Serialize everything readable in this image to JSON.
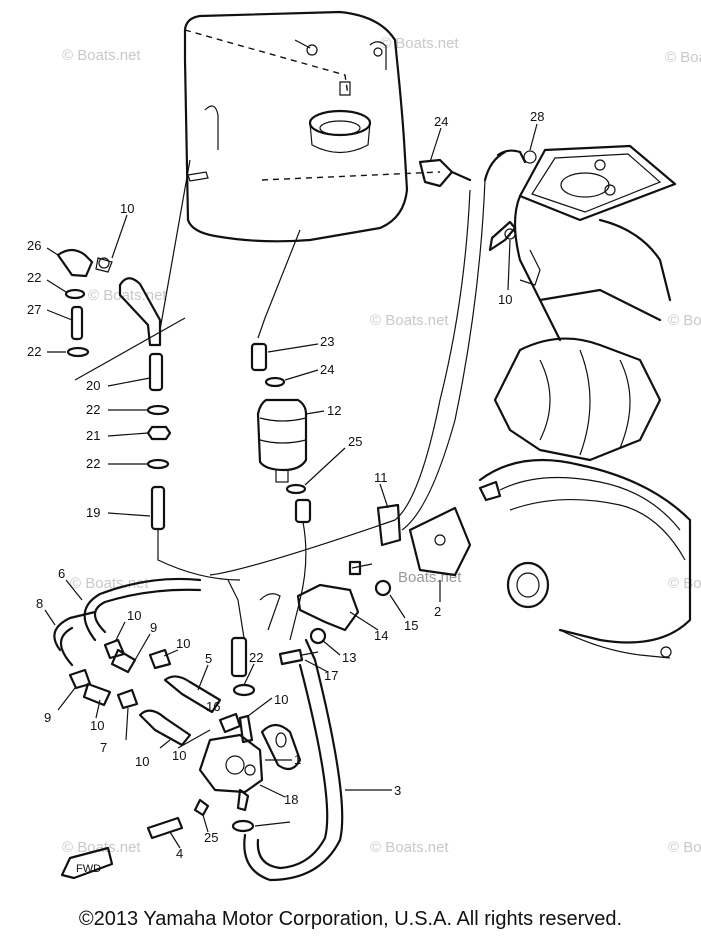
{
  "watermark": "© Boats.net",
  "watermark_center": "Boats.net",
  "fwd_label": "FWD",
  "copyright": "©2013 Yamaha Motor Corporation, U.S.A. All rights reserved.",
  "callouts": [
    {
      "id": "c-10a",
      "label": "10"
    },
    {
      "id": "c-26",
      "label": "26"
    },
    {
      "id": "c-22a",
      "label": "22"
    },
    {
      "id": "c-27",
      "label": "27"
    },
    {
      "id": "c-22b",
      "label": "22"
    },
    {
      "id": "c-20",
      "label": "20"
    },
    {
      "id": "c-22c",
      "label": "22"
    },
    {
      "id": "c-21",
      "label": "21"
    },
    {
      "id": "c-22d",
      "label": "22"
    },
    {
      "id": "c-19",
      "label": "19"
    },
    {
      "id": "c-24a",
      "label": "24"
    },
    {
      "id": "c-28",
      "label": "28"
    },
    {
      "id": "c-10b",
      "label": "10"
    },
    {
      "id": "c-23",
      "label": "23"
    },
    {
      "id": "c-24b",
      "label": "24"
    },
    {
      "id": "c-12",
      "label": "12"
    },
    {
      "id": "c-25a",
      "label": "25"
    },
    {
      "id": "c-11",
      "label": "11"
    },
    {
      "id": "c-6",
      "label": "6"
    },
    {
      "id": "c-8",
      "label": "8"
    },
    {
      "id": "c-10c",
      "label": "10"
    },
    {
      "id": "c-9a",
      "label": "9"
    },
    {
      "id": "c-10d",
      "label": "10"
    },
    {
      "id": "c-5",
      "label": "5"
    },
    {
      "id": "c-22e",
      "label": "22"
    },
    {
      "id": "c-10e",
      "label": "10"
    },
    {
      "id": "c-9b",
      "label": "9"
    },
    {
      "id": "c-10f",
      "label": "10"
    },
    {
      "id": "c-7",
      "label": "7"
    },
    {
      "id": "c-10g",
      "label": "10"
    },
    {
      "id": "c-10h",
      "label": "10"
    },
    {
      "id": "c-16",
      "label": "16"
    },
    {
      "id": "c-17",
      "label": "17"
    },
    {
      "id": "c-13",
      "label": "13"
    },
    {
      "id": "c-14",
      "label": "14"
    },
    {
      "id": "c-15",
      "label": "15"
    },
    {
      "id": "c-2",
      "label": "2"
    },
    {
      "id": "c-1",
      "label": "1"
    },
    {
      "id": "c-18",
      "label": "18"
    },
    {
      "id": "c-3",
      "label": "3"
    },
    {
      "id": "c-4",
      "label": "4"
    },
    {
      "id": "c-25b",
      "label": "25"
    }
  ]
}
